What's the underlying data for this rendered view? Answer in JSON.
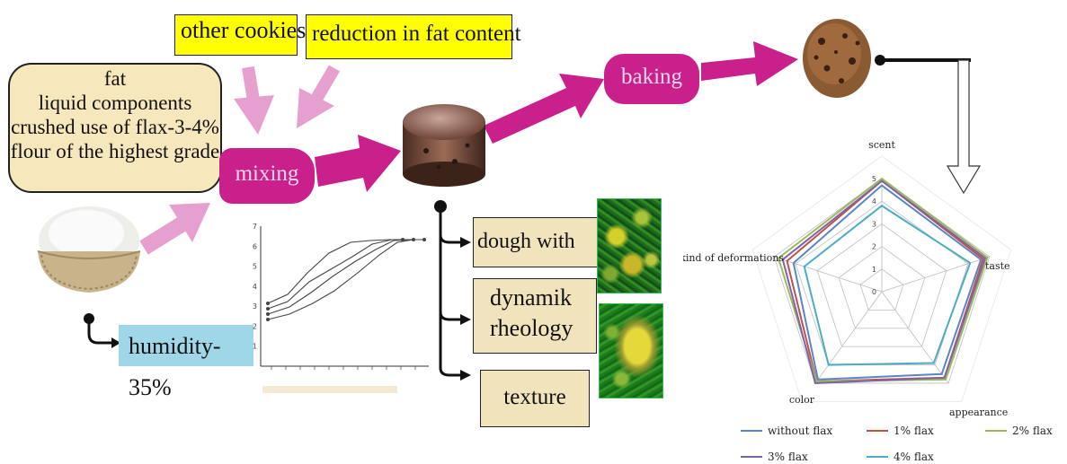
{
  "labels": {
    "other_cookies": "other cookies",
    "reduction_fat": "reduction in fat content",
    "ingredients": [
      "fat",
      "liquid components",
      "crushed use of flax-3-4%",
      "flour of the highest grade"
    ],
    "mixing": "mixing",
    "baking": "baking",
    "humidity": "humidity- 35%",
    "dough_with_flax": "dough with flax",
    "dynamic_rheology": [
      "dynamik",
      "rheology"
    ],
    "texture": "texture"
  },
  "rheology_chart": {
    "y_ticks": [
      "1",
      "2",
      "3",
      "4",
      "5",
      "6",
      "7"
    ]
  },
  "radar_chart": {
    "axes": [
      "scent",
      "taste",
      "appearance",
      "color",
      "kind of deformations"
    ],
    "scale_ticks": [
      "0",
      "1",
      "2",
      "3",
      "4",
      "5"
    ],
    "max": 5,
    "series": [
      {
        "name": "without flax",
        "color": "#5b84c9",
        "values": [
          4.7,
          4.6,
          4.5,
          4.8,
          4.1
        ]
      },
      {
        "name": "1% flax",
        "color": "#c0504d",
        "values": [
          4.9,
          4.7,
          4.7,
          4.9,
          4.4
        ]
      },
      {
        "name": "2% flax",
        "color": "#9bbb59",
        "values": [
          5.0,
          4.9,
          4.8,
          4.9,
          4.8
        ]
      },
      {
        "name": "3% flax",
        "color": "#7f63a8",
        "values": [
          4.9,
          4.8,
          4.7,
          5.0,
          4.6
        ]
      },
      {
        "name": "4% flax",
        "color": "#4bacc6",
        "values": [
          3.8,
          4.1,
          3.9,
          4.0,
          3.6
        ]
      }
    ]
  },
  "colors": {
    "magenta": "#c9208c",
    "pink": "#e6a0cf",
    "yellow": "#ffff00",
    "cream": "#f1e4bd",
    "light_blue": "#9fd7e8"
  }
}
